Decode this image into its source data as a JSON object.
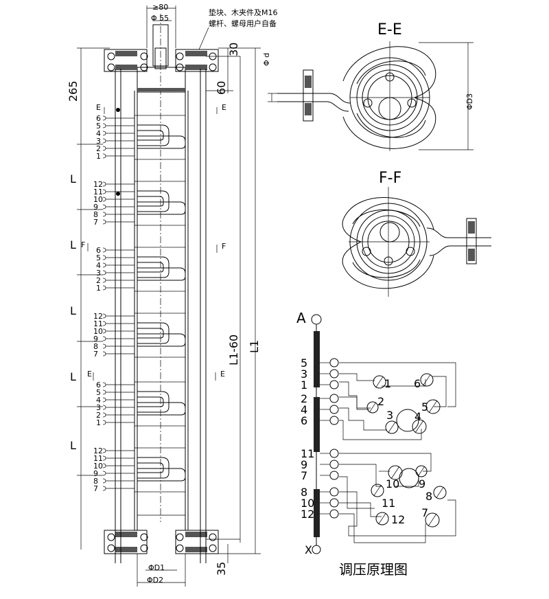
{
  "note": {
    "line1": "垫块、木夹件及M16",
    "line2": "螺杆、螺母用户自备"
  },
  "dims": {
    "top_diam_small": "≥80",
    "top_diam": "Φ 55",
    "d30": "30",
    "d60": "60",
    "d265": "265",
    "d35": "35",
    "L": "L",
    "L1_60": "L1-60",
    "L1": "L1",
    "D1": "ΦD1",
    "D2": "ΦD2",
    "phi_d": "Φ d",
    "phi_D3": "ΦD3"
  },
  "section_marks": {
    "E": "E",
    "F": "F"
  },
  "taps_a": [
    "6",
    "5",
    "4",
    "3",
    "2",
    "1"
  ],
  "taps_b": [
    "12",
    "11",
    "10",
    "9",
    "8",
    "7"
  ],
  "section_titles": {
    "ee": "E-E",
    "ff": "F-F"
  },
  "schematic": {
    "top_terminal": "A",
    "bottom_terminal": "X",
    "group1_left": [
      "5",
      "3",
      "1"
    ],
    "group2_left": [
      "2",
      "4",
      "6"
    ],
    "group3_left": [
      "11",
      "9",
      "7"
    ],
    "group4_left": [
      "8",
      "10",
      "12"
    ],
    "contacts_upper": [
      "1",
      "6",
      "2",
      "5",
      "3",
      "4"
    ],
    "contacts_lower": [
      "10",
      "9",
      "11",
      "8",
      "7",
      "12"
    ],
    "title": "调压原理图"
  }
}
